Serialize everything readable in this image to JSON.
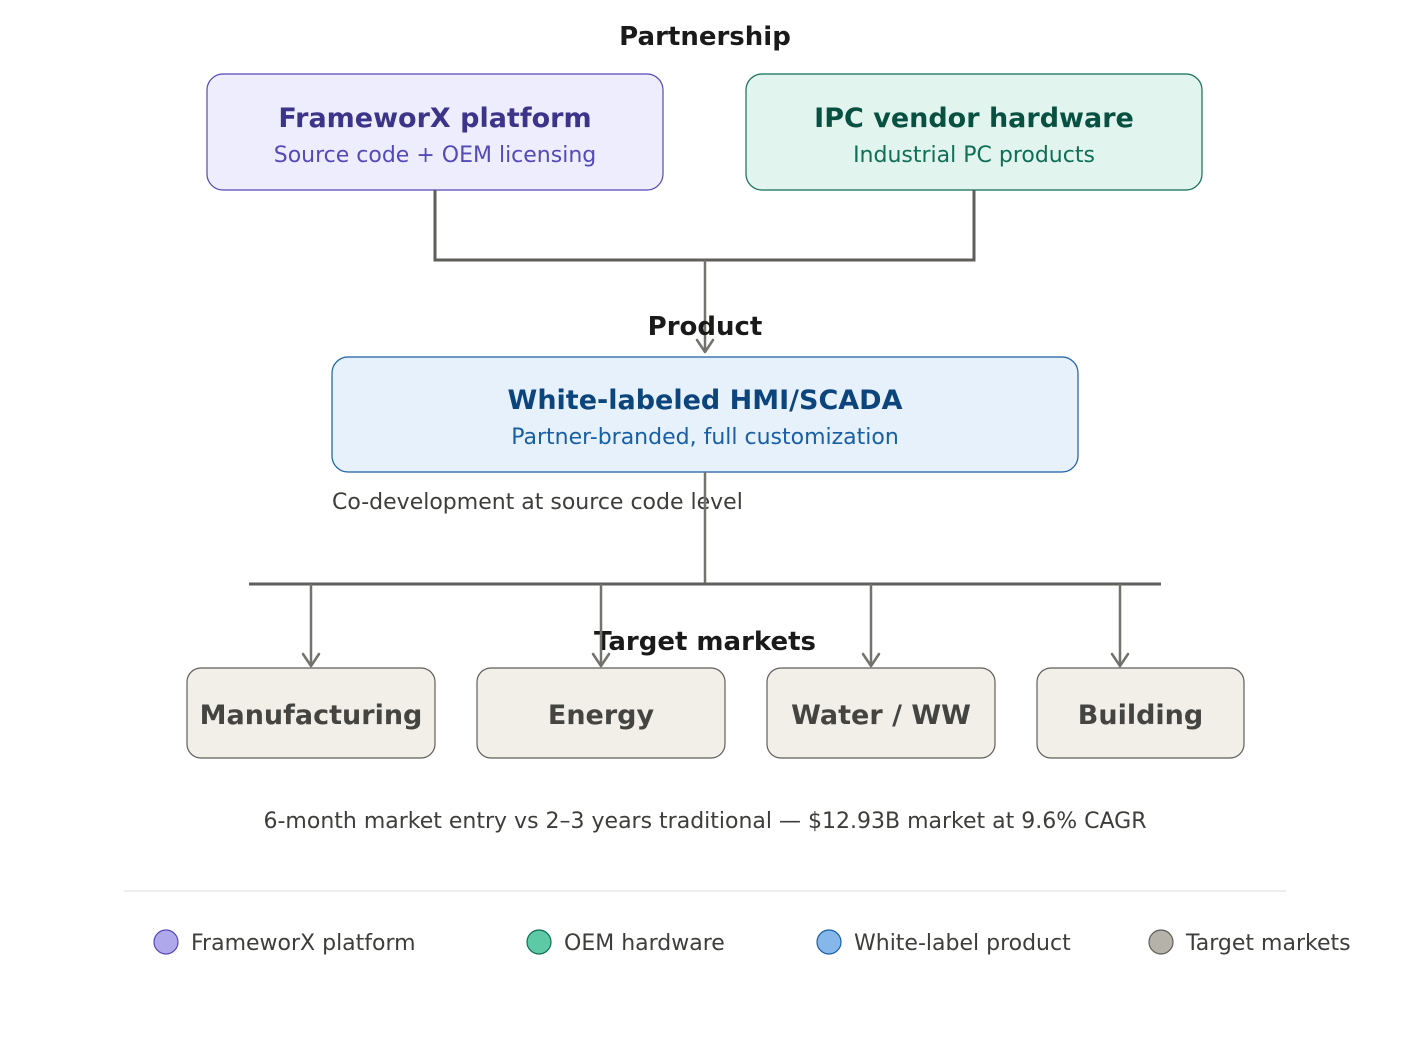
{
  "sections": {
    "partnership": "Partnership",
    "product": "Product",
    "target_markets": "Target markets"
  },
  "nodes": {
    "frameworx": {
      "title": "FrameworX platform",
      "subtitle": "Source code + OEM licensing",
      "fill": "#EEEDFE",
      "stroke": "#534AB7",
      "title_color": "#3C3489",
      "sub_color": "#534AB7"
    },
    "ipc": {
      "title": "IPC vendor hardware",
      "subtitle": "Industrial PC products",
      "fill": "#E1F5EE",
      "stroke": "#0F6E56",
      "title_color": "#085041",
      "sub_color": "#0F6E56"
    },
    "product": {
      "title": "White-labeled HMI/SCADA",
      "subtitle": "Partner-branded, full customization",
      "fill": "#E6F1FB",
      "stroke": "#185FA5",
      "title_color": "#0C447C",
      "sub_color": "#185FA5"
    }
  },
  "codev_note": "Co-development at source code level",
  "markets": [
    {
      "label": "Manufacturing"
    },
    {
      "label": "Energy"
    },
    {
      "label": "Water / WW"
    },
    {
      "label": "Building"
    }
  ],
  "market_style": {
    "fill": "#F1EFE8",
    "stroke": "#5F5E5A"
  },
  "footnote": "6-month market entry vs 2–3 years traditional — $12.93B market at 9.6% CAGR",
  "legend": [
    {
      "label": "FrameworX platform",
      "icon": "purple-dot-icon",
      "fill": "#AFA9EC",
      "stroke": "#534AB7"
    },
    {
      "label": "OEM hardware",
      "icon": "teal-dot-icon",
      "fill": "#5DCAA5",
      "stroke": "#0F6E56"
    },
    {
      "label": "White-label product",
      "icon": "blue-dot-icon",
      "fill": "#85B7EB",
      "stroke": "#185FA5"
    },
    {
      "label": "Target markets",
      "icon": "gray-dot-icon",
      "fill": "#B4B2A9",
      "stroke": "#5F5E5A"
    }
  ]
}
